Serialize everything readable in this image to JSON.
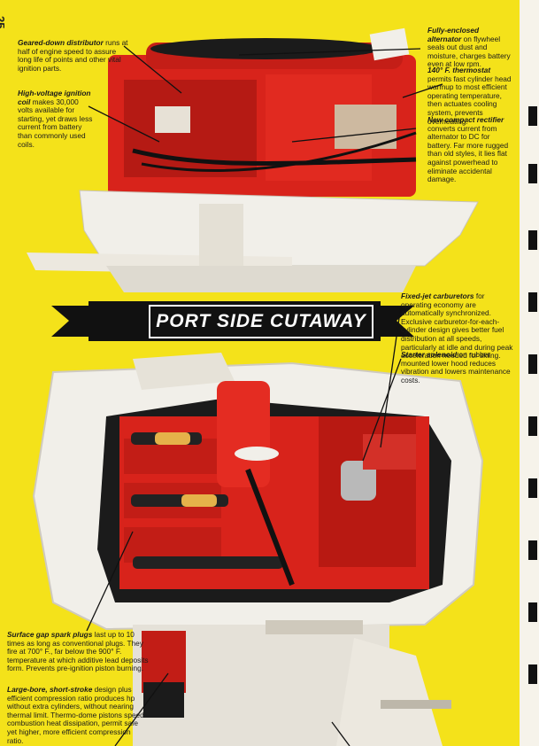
{
  "page_number": "25",
  "banner": {
    "title": "PORT SIDE CUTAWAY"
  },
  "callouts": {
    "distributor": {
      "heading": "Geared-down distributor",
      "body": "runs at half of engine speed to assure long life of points and other vital ignition parts."
    },
    "coil": {
      "heading": "High-voltage ignition coil",
      "body": "makes 30,000 volts available for starting, yet draws less current from battery than commonly used coils."
    },
    "alternator": {
      "heading": "Fully-enclosed alternator",
      "body": "on flywheel seals out dust and moisture, charges battery even at low rpm."
    },
    "thermostat": {
      "heading": "140° F. thermostat",
      "body": "permits fast cylinder head warmup to most efficient operating temperature, then actuates cooling system, prevents overheating."
    },
    "rectifier": {
      "heading": "New compact rectifier",
      "body": "converts current from alternator to DC for battery. Far more rugged than old styles, it lies flat against powerhead to eliminate accidental damage."
    },
    "carburetors": {
      "heading": "Fixed-jet carburetors",
      "body": "for operating economy are automatically synchronized. Exclusive carburetor-for-each-cylinder design gives better fuel distribution at all speeds, particularly at idle and during peak acceleration needed for skiing."
    },
    "solenoid": {
      "heading": "Starter solenoid",
      "body": "on rubber mounted lower hood reduces vibration and lowers maintenance costs."
    },
    "spark_plugs": {
      "heading": "Surface gap spark plugs",
      "body": "last up to 10 times as long as conventional plugs. They fire at 700° F., far below the 900° F. temperature at which additive lead deposits form. Prevents pre-ignition piston burning."
    },
    "pistons": {
      "heading": "Large-bore, short-stroke",
      "body": "design plus efficient compression ratio produces hp without extra cylinders, without nearing thermal limit. Thermo-dome pistons speed combustion heat dissipation, permit safe yet higher, more efficient compression ratio."
    }
  },
  "colors": {
    "background": "#f4e21a",
    "engine_red": "#d8231b",
    "cowl_white": "#f1efe9",
    "ink": "#1a1a1a"
  }
}
